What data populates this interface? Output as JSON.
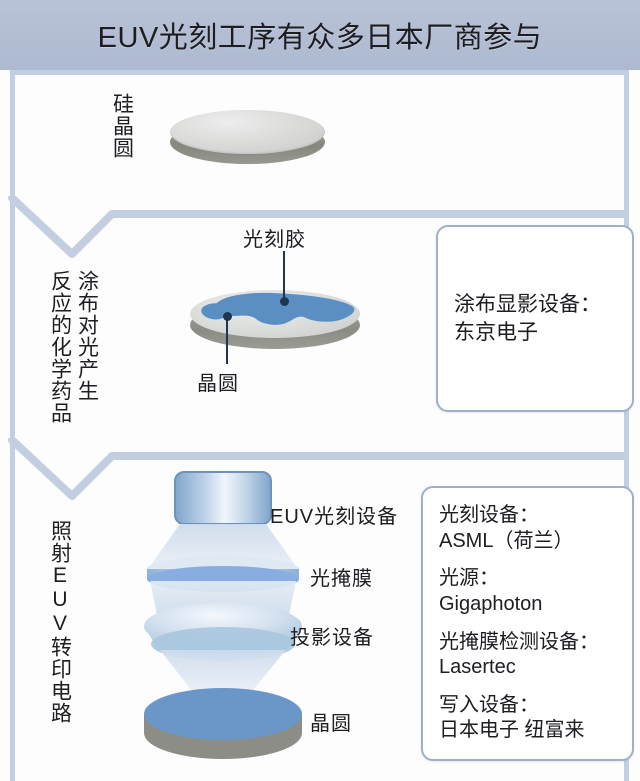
{
  "header": {
    "title": "EUV光刻工序有众多日本厂商参与"
  },
  "sections": {
    "wafer": {
      "vertical_label": "硅晶圆",
      "illustration": "silicon-wafer-disc"
    },
    "coating": {
      "vertical_label_right": "涂布对光产生",
      "vertical_label_left": "反应的化学药品",
      "callout_resist": "光刻胶",
      "callout_wafer": "晶圆",
      "box": {
        "line1": "涂布显影设备：",
        "line2": "东京电子"
      }
    },
    "exposure": {
      "vertical_label": "照射EUV转印电路",
      "labels": {
        "source": "EUV光刻设备",
        "mask": "光掩膜",
        "projection": "投影设备",
        "wafer": "晶圆"
      },
      "box": {
        "g1_title": "光刻设备：",
        "g1_value": "ASML（荷兰）",
        "g2_title": "光源：",
        "g2_value": "Gigaphoton",
        "g3_title": "光掩膜检测设备：",
        "g3_value": "Lasertec",
        "g4_title": "写入设备：",
        "g4_value": "日本电子 纽富来"
      }
    }
  },
  "colors": {
    "header_bg": "#b2bdd3",
    "frame_line": "#c3cfe1",
    "box_border": "#9fb0c6",
    "resist_blue": "#5b8fc4",
    "wafer_blue": "#6b96c8",
    "wafer_grey": "#d4d5d2",
    "leader": "#20354f"
  }
}
